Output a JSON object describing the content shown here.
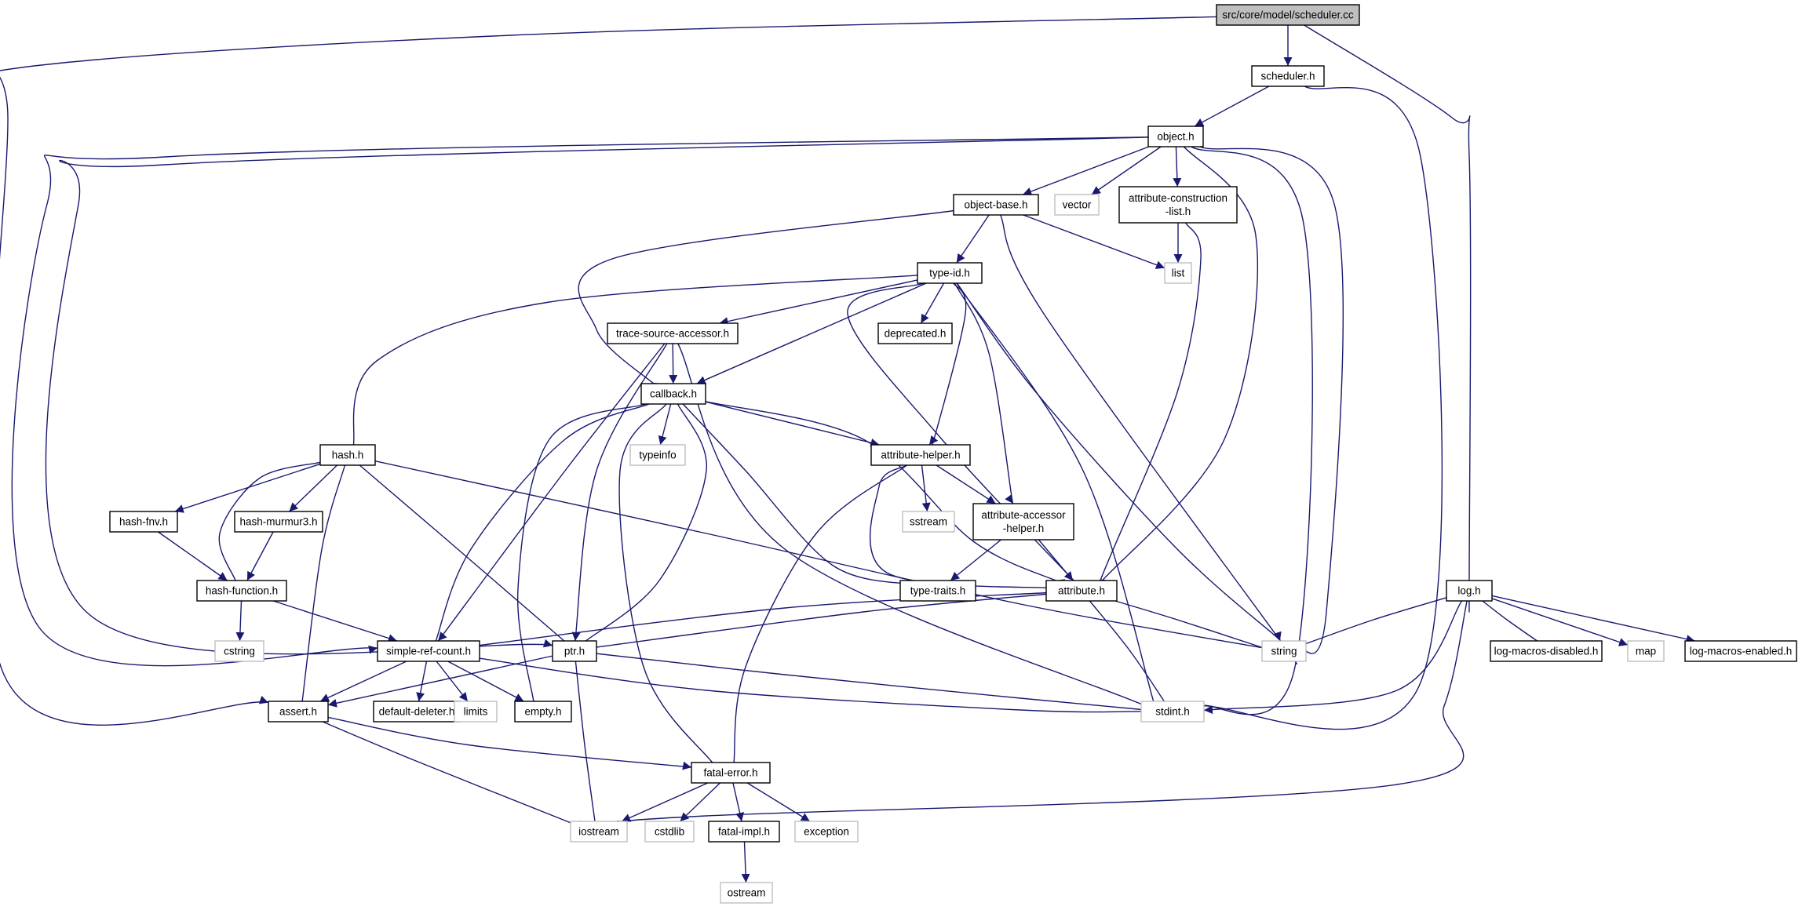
{
  "title": "src/core/model/scheduler.cc",
  "colors": {
    "edge": "#191970",
    "internal_border": "#000000",
    "external_border": "#bfbfbf",
    "root_fill": "#bfbfbf",
    "node_fill": "#ffffff"
  },
  "nodes": [
    {
      "id": "scheduler_cc",
      "label": "src/core/model/scheduler.cc",
      "kind": "root"
    },
    {
      "id": "scheduler_h",
      "label": "scheduler.h",
      "kind": "internal"
    },
    {
      "id": "object_h",
      "label": "object.h",
      "kind": "internal"
    },
    {
      "id": "object_base_h",
      "label": "object-base.h",
      "kind": "internal"
    },
    {
      "id": "vector",
      "label": "vector",
      "kind": "external"
    },
    {
      "id": "acl_h",
      "label": "attribute-construction\n-list.h",
      "kind": "internal"
    },
    {
      "id": "list",
      "label": "list",
      "kind": "external"
    },
    {
      "id": "type_id_h",
      "label": "type-id.h",
      "kind": "internal"
    },
    {
      "id": "tsa_h",
      "label": "trace-source-accessor.h",
      "kind": "internal"
    },
    {
      "id": "deprecated_h",
      "label": "deprecated.h",
      "kind": "internal"
    },
    {
      "id": "callback_h",
      "label": "callback.h",
      "kind": "internal"
    },
    {
      "id": "typeinfo",
      "label": "typeinfo",
      "kind": "external"
    },
    {
      "id": "attr_helper_h",
      "label": "attribute-helper.h",
      "kind": "internal"
    },
    {
      "id": "sstream",
      "label": "sstream",
      "kind": "external"
    },
    {
      "id": "attr_acc_h",
      "label": "attribute-accessor\n-helper.h",
      "kind": "internal"
    },
    {
      "id": "hash_h",
      "label": "hash.h",
      "kind": "internal"
    },
    {
      "id": "hash_fnv_h",
      "label": "hash-fnv.h",
      "kind": "internal"
    },
    {
      "id": "hash_mm3_h",
      "label": "hash-murmur3.h",
      "kind": "internal"
    },
    {
      "id": "hash_fn_h",
      "label": "hash-function.h",
      "kind": "internal"
    },
    {
      "id": "cstring",
      "label": "cstring",
      "kind": "external"
    },
    {
      "id": "type_traits_h",
      "label": "type-traits.h",
      "kind": "internal"
    },
    {
      "id": "attribute_h",
      "label": "attribute.h",
      "kind": "internal"
    },
    {
      "id": "log_h",
      "label": "log.h",
      "kind": "internal"
    },
    {
      "id": "string",
      "label": "string",
      "kind": "external"
    },
    {
      "id": "log_dis_h",
      "label": "log-macros-disabled.h",
      "kind": "internal"
    },
    {
      "id": "map",
      "label": "map",
      "kind": "external"
    },
    {
      "id": "log_en_h",
      "label": "log-macros-enabled.h",
      "kind": "internal"
    },
    {
      "id": "src_h",
      "label": "simple-ref-count.h",
      "kind": "internal"
    },
    {
      "id": "ptr_h",
      "label": "ptr.h",
      "kind": "internal"
    },
    {
      "id": "assert_h",
      "label": "assert.h",
      "kind": "internal"
    },
    {
      "id": "def_del_h",
      "label": "default-deleter.h",
      "kind": "internal"
    },
    {
      "id": "limits",
      "label": "limits",
      "kind": "external"
    },
    {
      "id": "empty_h",
      "label": "empty.h",
      "kind": "internal"
    },
    {
      "id": "stdint_h",
      "label": "stdint.h",
      "kind": "external"
    },
    {
      "id": "fatal_error_h",
      "label": "fatal-error.h",
      "kind": "internal"
    },
    {
      "id": "iostream",
      "label": "iostream",
      "kind": "external"
    },
    {
      "id": "cstdlib",
      "label": "cstdlib",
      "kind": "external"
    },
    {
      "id": "fatal_impl_h",
      "label": "fatal-impl.h",
      "kind": "internal"
    },
    {
      "id": "exception",
      "label": "exception",
      "kind": "external"
    },
    {
      "id": "ostream",
      "label": "ostream",
      "kind": "external"
    }
  ],
  "edges": [
    [
      "scheduler_cc",
      "scheduler_h"
    ],
    [
      "scheduler_cc",
      "assert_h"
    ],
    [
      "scheduler_cc",
      "log_h"
    ],
    [
      "scheduler_h",
      "object_h"
    ],
    [
      "scheduler_h",
      "stdint_h"
    ],
    [
      "object_h",
      "object_base_h"
    ],
    [
      "object_h",
      "vector"
    ],
    [
      "object_h",
      "acl_h"
    ],
    [
      "object_h",
      "attribute_h"
    ],
    [
      "object_h",
      "string"
    ],
    [
      "object_h",
      "stdint_h"
    ],
    [
      "object_h",
      "src_h"
    ],
    [
      "object_h",
      "ptr_h"
    ],
    [
      "object_base_h",
      "type_id_h"
    ],
    [
      "object_base_h",
      "list"
    ],
    [
      "object_base_h",
      "string"
    ],
    [
      "object_base_h",
      "callback_h"
    ],
    [
      "acl_h",
      "list"
    ],
    [
      "acl_h",
      "attribute_h"
    ],
    [
      "type_id_h",
      "tsa_h"
    ],
    [
      "type_id_h",
      "deprecated_h"
    ],
    [
      "type_id_h",
      "callback_h"
    ],
    [
      "type_id_h",
      "attr_helper_h"
    ],
    [
      "type_id_h",
      "attr_acc_h"
    ],
    [
      "type_id_h",
      "hash_h"
    ],
    [
      "type_id_h",
      "attribute_h"
    ],
    [
      "type_id_h",
      "string"
    ],
    [
      "type_id_h",
      "stdint_h"
    ],
    [
      "tsa_h",
      "callback_h"
    ],
    [
      "tsa_h",
      "src_h"
    ],
    [
      "tsa_h",
      "ptr_h"
    ],
    [
      "tsa_h",
      "stdint_h"
    ],
    [
      "callback_h",
      "typeinfo"
    ],
    [
      "callback_h",
      "attr_helper_h"
    ],
    [
      "callback_h",
      "attribute_h"
    ],
    [
      "callback_h",
      "type_traits_h"
    ],
    [
      "callback_h",
      "fatal_error_h"
    ],
    [
      "callback_h",
      "empty_h"
    ],
    [
      "callback_h",
      "ptr_h"
    ],
    [
      "callback_h",
      "src_h"
    ],
    [
      "attr_helper_h",
      "sstream"
    ],
    [
      "attr_helper_h",
      "attr_acc_h"
    ],
    [
      "attr_helper_h",
      "attribute_h"
    ],
    [
      "attr_helper_h",
      "fatal_error_h"
    ],
    [
      "attr_acc_h",
      "type_traits_h"
    ],
    [
      "attr_acc_h",
      "attribute_h"
    ],
    [
      "hash_h",
      "hash_fnv_h"
    ],
    [
      "hash_h",
      "hash_mm3_h"
    ],
    [
      "hash_h",
      "hash_fn_h"
    ],
    [
      "hash_h",
      "assert_h"
    ],
    [
      "hash_h",
      "ptr_h"
    ],
    [
      "hash_h",
      "string"
    ],
    [
      "hash_fnv_h",
      "hash_fn_h"
    ],
    [
      "hash_mm3_h",
      "hash_fn_h"
    ],
    [
      "hash_fn_h",
      "cstring"
    ],
    [
      "hash_fn_h",
      "src_h"
    ],
    [
      "attribute_h",
      "string"
    ],
    [
      "attribute_h",
      "stdint_h"
    ],
    [
      "attribute_h",
      "ptr_h"
    ],
    [
      "attribute_h",
      "src_h"
    ],
    [
      "log_h",
      "string"
    ],
    [
      "log_h",
      "stdint_h"
    ],
    [
      "log_h",
      "iostream"
    ],
    [
      "log_h",
      "log_dis_h"
    ],
    [
      "log_h",
      "map"
    ],
    [
      "log_h",
      "log_en_h"
    ],
    [
      "src_h",
      "assert_h"
    ],
    [
      "src_h",
      "def_del_h"
    ],
    [
      "src_h",
      "limits"
    ],
    [
      "src_h",
      "empty_h"
    ],
    [
      "src_h",
      "stdint_h"
    ],
    [
      "ptr_h",
      "assert_h"
    ],
    [
      "ptr_h",
      "iostream"
    ],
    [
      "ptr_h",
      "stdint_h"
    ],
    [
      "assert_h",
      "fatal_error_h"
    ],
    [
      "assert_h",
      "iostream"
    ],
    [
      "fatal_error_h",
      "iostream"
    ],
    [
      "fatal_error_h",
      "cstdlib"
    ],
    [
      "fatal_error_h",
      "fatal_impl_h"
    ],
    [
      "fatal_error_h",
      "exception"
    ],
    [
      "fatal_impl_h",
      "ostream"
    ]
  ]
}
